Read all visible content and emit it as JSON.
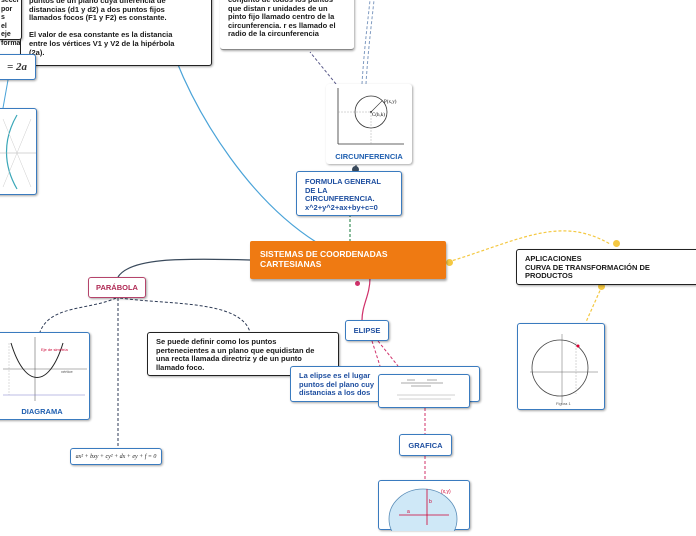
{
  "central": {
    "label": "SISTEMAS DE COORDENADAS\nCARTESIANAS"
  },
  "hyperbola_desc": {
    "text": "puntos de un plano cuya diferencia de\ndistancias (d1 y d2) a dos puntos fijos\nllamados focos (F1 y F2) es constante.\n\nEl valor de esa constante es la distancia\nentre los vértices V1 y V2 de la hipérbola\n(2a)."
  },
  "hyperbola_left": {
    "text": "secci\npor s\nel eje\nforma"
  },
  "hyperbola_formula": {
    "text": "= 2a"
  },
  "circle_desc": {
    "text": "conjunto de todos los puntos\nque distan r unidades de un\npinto fijo llamado centro de la\ncircunferencia. r es llamado el\nradio de la circunferencia"
  },
  "circle_image": {
    "label": "CIRCUNFERENCIA"
  },
  "circle_formula": {
    "text": "FORMULA GENERAL\nDE LA\nCIRCUNFERENCIA.\nx^2+y^2+ax+by+c=0"
  },
  "parabola": {
    "label": "PARÁBOLA"
  },
  "parabola_diagram": {
    "label": "DIAGRAMA"
  },
  "parabola_desc": {
    "text": "Se puede definir como los puntos\npertenecientes a un plano que equidistan de\nuna recta llamada directriz y de un punto\nllamado foco."
  },
  "parabola_formula": {
    "text": "ax² + bxy + cy² + dx + ey + f = 0"
  },
  "ellipse": {
    "label": "ELIPSE"
  },
  "ellipse_desc": {
    "text": "La elipse es el lugar\npuntos del plano cuy\ndistancias a los dos"
  },
  "ellipse_graphic": {
    "label": "GRAFICA"
  },
  "applications": {
    "text": "APLICACIONES\nCURVA DE TRANSFORMACIÓN DE\nPRODUCTOS"
  },
  "colors": {
    "central": "#ef7a12",
    "edge_blue": "#4aa3d8",
    "edge_dark": "#3a4a5c",
    "edge_pink": "#d0306a",
    "edge_yellow": "#f4c842",
    "edge_green": "#3b8f5a"
  }
}
